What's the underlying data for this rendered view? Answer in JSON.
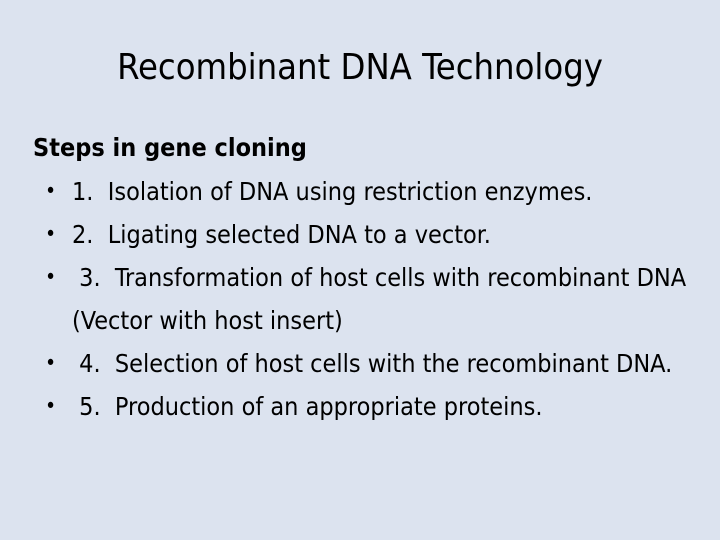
{
  "slide": {
    "title": "Recombinant DNA Technology",
    "background_color": "#dce3ef",
    "text_color": "#000000",
    "subheading": "Steps in gene cloning",
    "bullet_marker": "•",
    "bullets": [
      {
        "text": "1.  Isolation of DNA using restriction enzymes."
      },
      {
        "text": "2.  Ligating selected DNA to a vector."
      },
      {
        "text": " 3.  Transformation of host cells with recombinant DNA (Vector with host insert)"
      },
      {
        "text": " 4.  Selection of host cells with the recombinant DNA."
      },
      {
        "text": " 5.  Production of an appropriate proteins."
      }
    ]
  }
}
